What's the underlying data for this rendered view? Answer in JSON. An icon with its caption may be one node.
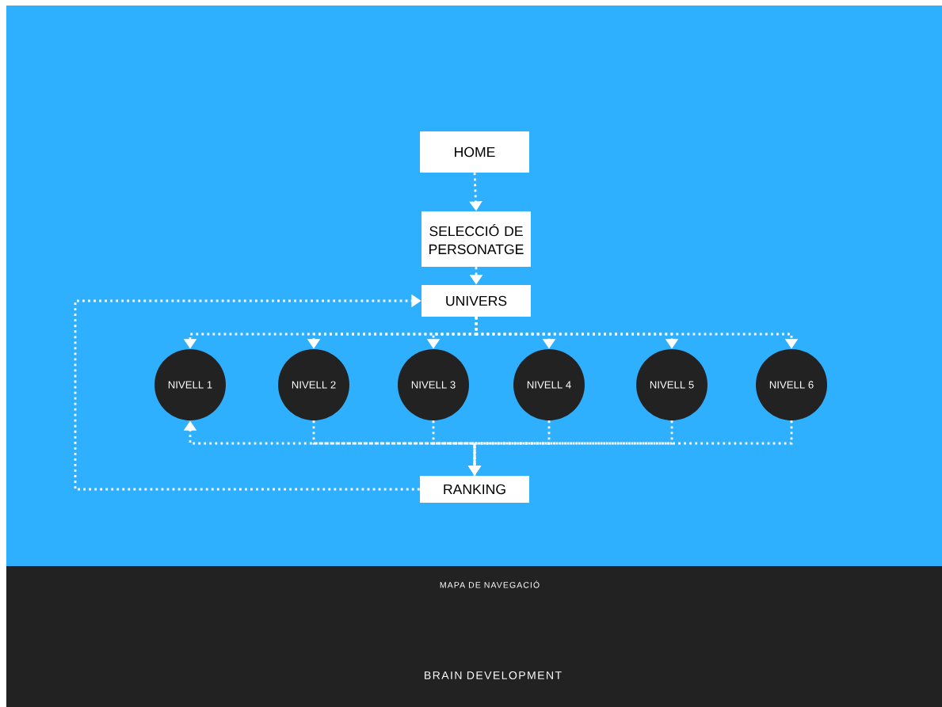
{
  "diagram": {
    "nodes": [
      {
        "text": [
          "HOME"
        ]
      },
      {
        "text": [
          "SELECCIÓ DE PERSONATGE"
        ]
      },
      {
        "text": [
          "UNIVERS"
        ]
      },
      {
        "text": [
          "NIVELL 1"
        ]
      },
      {
        "text": [
          "NIVELL 2"
        ]
      },
      {
        "text": [
          "NIVELL 3"
        ]
      },
      {
        "text": [
          "NIVELL 4"
        ]
      },
      {
        "text": [
          "NIVELL 5"
        ]
      },
      {
        "text": [
          "NIVELL 6"
        ]
      },
      {
        "text": [
          "RANKING"
        ]
      }
    ],
    "edges": [
      {
        "from": 0,
        "to": 1,
        "arrow": "to"
      },
      {
        "from": 1,
        "to": 2,
        "arrow": "to"
      },
      {
        "from": 2,
        "to": 3,
        "arrow": "to"
      },
      {
        "from": 2,
        "to": 4,
        "arrow": "to"
      },
      {
        "from": 2,
        "to": 5,
        "arrow": "to"
      },
      {
        "from": 2,
        "to": 6,
        "arrow": "to"
      },
      {
        "from": 2,
        "to": 7,
        "arrow": "to"
      },
      {
        "from": 2,
        "to": 8,
        "arrow": "to"
      },
      {
        "from": 4,
        "to": 9,
        "arrow": "to"
      },
      {
        "from": 5,
        "to": 9,
        "arrow": "to"
      },
      {
        "from": 6,
        "to": 9,
        "arrow": "to"
      },
      {
        "from": 7,
        "to": 9,
        "arrow": "to"
      },
      {
        "from": 8,
        "to": 9,
        "arrow": "to"
      },
      {
        "from": 9,
        "to": 3,
        "arrow": "to"
      },
      {
        "from": 9,
        "to": 2,
        "arrow": "to"
      }
    ],
    "labels": [
      "MAPA DE NAVEGACIÓ",
      "BRAIN DEVELOPMENT"
    ]
  }
}
